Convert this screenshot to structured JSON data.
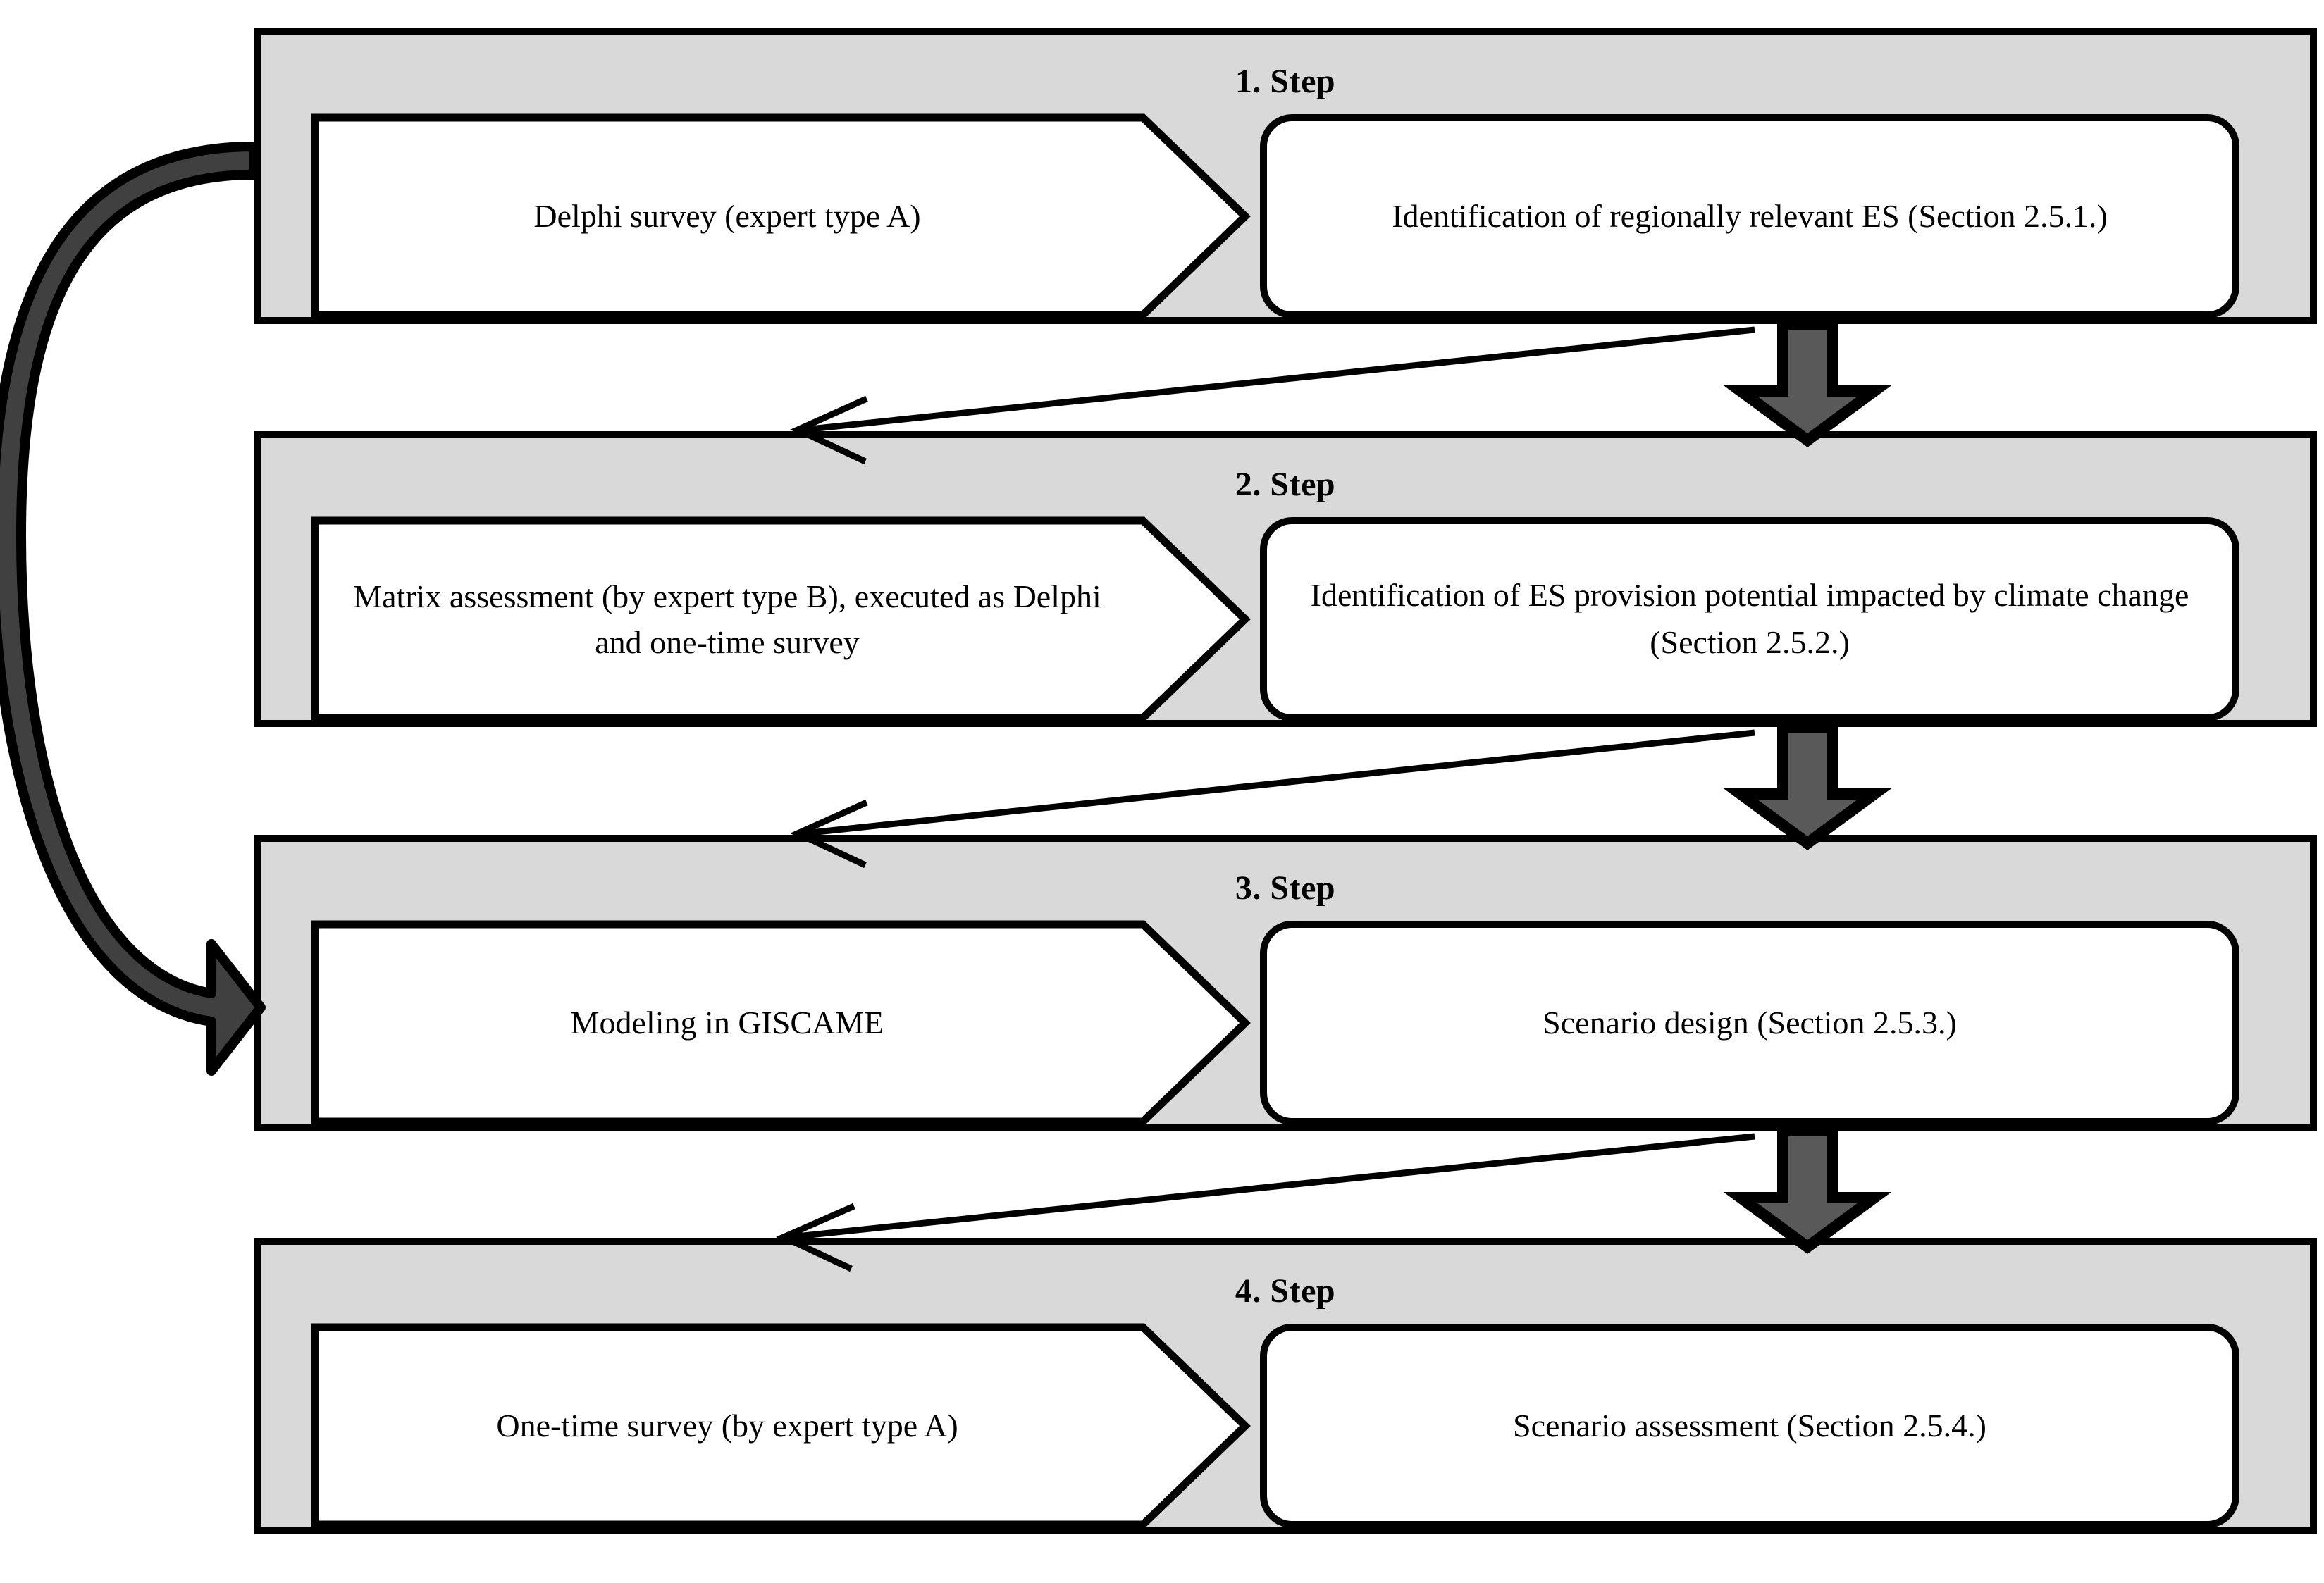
{
  "diagram": {
    "title": "Four-step methodological workflow",
    "colors": {
      "band_fill": "#d9d9d9",
      "box_fill": "#ffffff",
      "outline": "#000000",
      "down_arrow_fill": "#595959",
      "curved_arrow_fill": "#404040",
      "page_background": "#ffffff"
    },
    "steps": [
      {
        "label": "1. Step",
        "method": "Delphi survey (expert type A)",
        "outcome": "Identification of regionally relevant ES (Section 2.5.1.)"
      },
      {
        "label": "2. Step",
        "method": "Matrix assessment (by expert type B), executed as Delphi and one-time survey",
        "outcome": "Identification of ES provision potential impacted by climate change  (Section 2.5.2.)"
      },
      {
        "label": "3. Step",
        "method": "Modeling in GISCAME",
        "outcome": "Scenario design (Section 2.5.3.)"
      },
      {
        "label": "4. Step",
        "method": "One-time survey (by expert type A)",
        "outcome": "Scenario assessment (Section 2.5.4.)"
      }
    ],
    "connectors": {
      "down_arrows": [
        {
          "from": "1. Step",
          "to": "2. Step"
        },
        {
          "from": "2. Step",
          "to": "3. Step"
        },
        {
          "from": "3. Step",
          "to": "4. Step"
        }
      ],
      "feedback_arrows": [
        {
          "from": "1. Step",
          "to": "2. Step"
        },
        {
          "from": "2. Step",
          "to": "3. Step"
        },
        {
          "from": "3. Step",
          "to": "4. Step"
        }
      ],
      "loop_arrow": {
        "from": "1. Step",
        "to": "3. Step"
      }
    }
  }
}
